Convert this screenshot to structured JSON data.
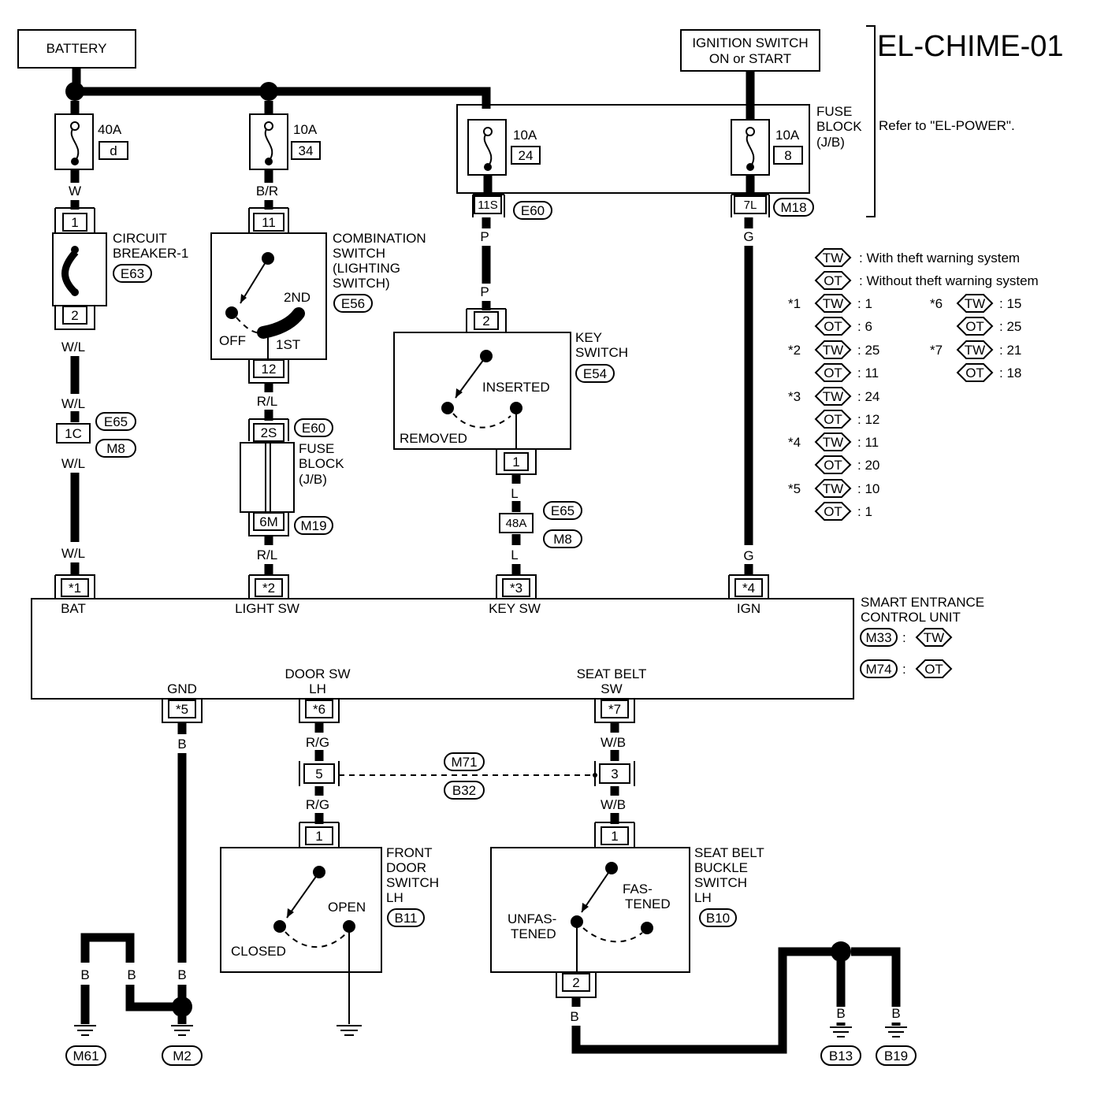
{
  "title": "EL-CHIME-01",
  "top": {
    "battery": "BATTERY",
    "ign_line1": "IGNITION SWITCH",
    "ign_line2": "ON or START",
    "fuse_block_line1": "FUSE",
    "fuse_block_line2": "BLOCK",
    "fuse_block_line3": "(J/B)",
    "refer": "Refer to \"EL-POWER\"."
  },
  "fuses": [
    {
      "amp": "40A",
      "id": "d"
    },
    {
      "amp": "10A",
      "id": "34"
    },
    {
      "amp": "10A",
      "id": "24"
    },
    {
      "amp": "10A",
      "id": "8"
    }
  ],
  "connectors": {
    "cb_in": "1",
    "cb_out": "2",
    "c1c": "1C",
    "comb_in": "11",
    "comb_out": "12",
    "fb_in": "2S",
    "fb_out": "6M",
    "fuse24_out": "11S",
    "fuse8_out": "7L",
    "key_in": "2",
    "key_out": "1",
    "c48a": "48A",
    "u1": "*1",
    "u2": "*2",
    "u3": "*3",
    "u4": "*4",
    "u5": "*5",
    "u6": "*6",
    "u7": "*7",
    "door_mid": "5",
    "seat_mid": "3",
    "door_sw": "1",
    "seat_sw_in": "1",
    "seat_sw_out": "2"
  },
  "wires": {
    "w": "W",
    "br": "B/R",
    "wl": "W/L",
    "rl": "R/L",
    "p": "P",
    "g": "G",
    "l": "L",
    "rg": "R/G",
    "wb": "W/B",
    "b": "B"
  },
  "refs": {
    "e63": "E63",
    "e56": "E56",
    "e65": "E65",
    "m8": "M8",
    "e60": "E60",
    "m19": "M19",
    "m18": "M18",
    "e54": "E54",
    "m33": "M33",
    "m74": "M74",
    "m71": "M71",
    "b32": "B32",
    "b11": "B11",
    "b10": "B10",
    "m61": "M61",
    "m2": "M2",
    "b13": "B13",
    "b19": "B19"
  },
  "components": {
    "cb_line1": "CIRCUIT",
    "cb_line2": "BREAKER-1",
    "comb_line1": "COMBINATION",
    "comb_line2": "SWITCH",
    "comb_line3": "(LIGHTING",
    "comb_line4": "SWITCH)",
    "comb_2nd": "2ND",
    "comb_off": "OFF",
    "comb_1st": "1ST",
    "fb_line1": "FUSE",
    "fb_line2": "BLOCK",
    "fb_line3": "(J/B)",
    "key_line1": "KEY",
    "key_line2": "SWITCH",
    "key_inserted": "INSERTED",
    "key_removed": "REMOVED",
    "unit_line1": "SMART ENTRANCE",
    "unit_line2": "CONTROL UNIT",
    "pin_bat": "BAT",
    "pin_light": "LIGHT SW",
    "pin_key": "KEY SW",
    "pin_ign": "IGN",
    "pin_gnd": "GND",
    "pin_door1": "DOOR SW",
    "pin_door2": "LH",
    "pin_seat1": "SEAT BELT",
    "pin_seat2": "SW",
    "door_line1": "FRONT",
    "door_line2": "DOOR",
    "door_line3": "SWITCH",
    "door_line4": "LH",
    "door_open": "OPEN",
    "door_closed": "CLOSED",
    "seat_line1": "SEAT BELT",
    "seat_line2": "BUCKLE",
    "seat_line3": "SWITCH",
    "seat_line4": "LH",
    "seat_fas1": "FAS-",
    "seat_fas2": "TENED",
    "seat_unf1": "UNFAS-",
    "seat_unf2": "TENED"
  },
  "legend": {
    "tw": "TW",
    "ot": "OT",
    "tw_desc": ": With theft warning system",
    "ot_desc": ": Without theft warning system",
    "rows_left": [
      {
        "mark": "*1",
        "tw": ": 1",
        "ot": ": 6"
      },
      {
        "mark": "*2",
        "tw": ": 25",
        "ot": ": 11"
      },
      {
        "mark": "*3",
        "tw": ": 24",
        "ot": ": 12"
      },
      {
        "mark": "*4",
        "tw": ": 11",
        "ot": ": 20"
      },
      {
        "mark": "*5",
        "tw": ": 10",
        "ot": ": 1"
      }
    ],
    "rows_right": [
      {
        "mark": "*6",
        "tw": ": 15",
        "ot": ": 25"
      },
      {
        "mark": "*7",
        "tw": ": 21",
        "ot": ": 18"
      }
    ],
    "colon": ":"
  }
}
